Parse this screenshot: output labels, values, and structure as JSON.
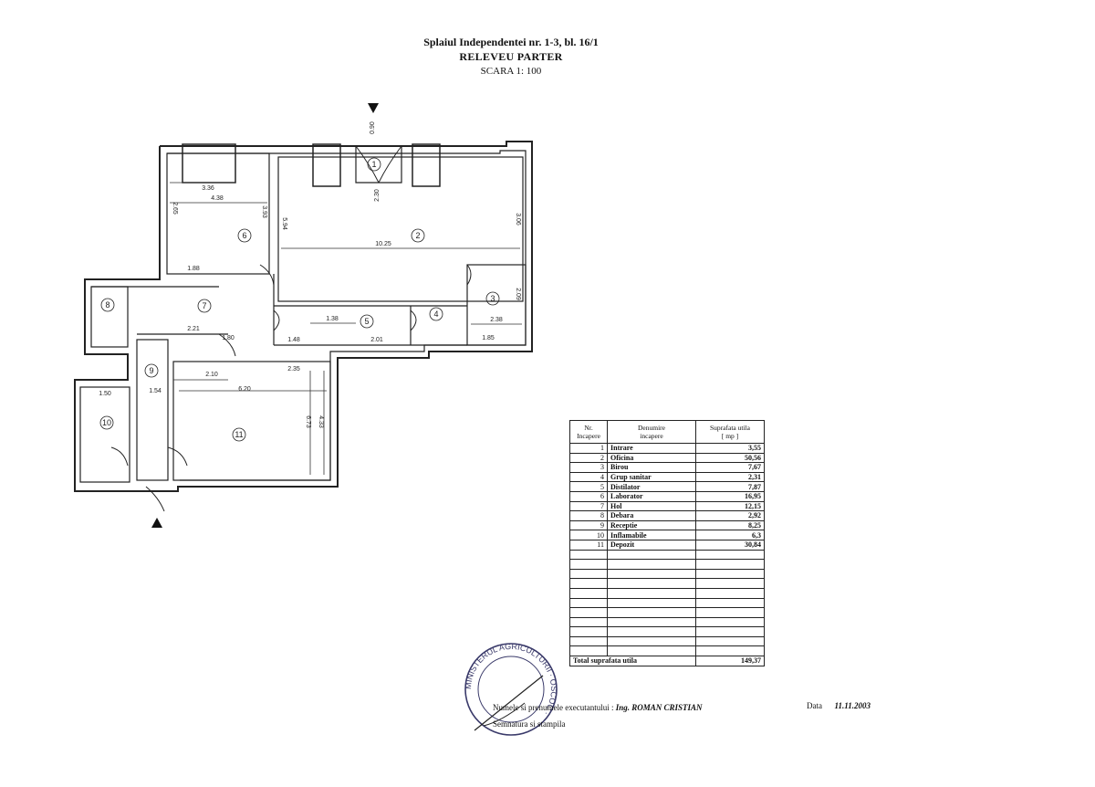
{
  "header": {
    "address": "Splaiul Independentei nr. 1-3, bl. 16/1",
    "title": "RELEVEU PARTER",
    "scale": "SCARA 1: 100"
  },
  "plan": {
    "room_labels": [
      "1",
      "2",
      "3",
      "4",
      "5",
      "6",
      "7",
      "8",
      "9",
      "10",
      "11"
    ],
    "dimensions": [
      "3.36",
      "4.38",
      "3.93",
      "10.25",
      "3.06",
      "2.09",
      "2.38",
      "1.38",
      "2.21",
      "6.20",
      "6.73",
      "4.33",
      "2.35",
      "2.10",
      "1.54",
      "1.50",
      "2.01",
      "1.85",
      "2.65",
      "5.94",
      "1.88",
      "1.80",
      "1.48",
      "2.30",
      "0.90"
    ]
  },
  "table": {
    "headers": [
      "Nr.\nIncapere",
      "Denumire\nincapere",
      "Suprafata utila\n[ mp ]"
    ],
    "rows": [
      {
        "nr": "1",
        "name": "Intrare",
        "area": "3,55"
      },
      {
        "nr": "2",
        "name": "Oficina",
        "area": "50,56"
      },
      {
        "nr": "3",
        "name": "Birou",
        "area": "7,67"
      },
      {
        "nr": "4",
        "name": "Grup sanitar",
        "area": "2,31"
      },
      {
        "nr": "5",
        "name": "Distilator",
        "area": "7,87"
      },
      {
        "nr": "6",
        "name": "Laborator",
        "area": "16,95"
      },
      {
        "nr": "7",
        "name": "Hol",
        "area": "12,15"
      },
      {
        "nr": "8",
        "name": "Debara",
        "area": "2,92"
      },
      {
        "nr": "9",
        "name": "Receptie",
        "area": "8,25"
      },
      {
        "nr": "10",
        "name": "Inflamabile",
        "area": "6,3"
      },
      {
        "nr": "11",
        "name": "Depozit",
        "area": "30,84"
      }
    ],
    "empty_rows": 11,
    "total_label": "Total suprafata utila",
    "total_value": "149,37"
  },
  "footer": {
    "executant_label": "Numele si prenumele executantului : ",
    "executant_name": "Ing. ROMAN CRISTIAN",
    "signature_label": "Semnatura si stampila",
    "date_label": "Data",
    "date_value": "11.11.2003"
  },
  "stamp": {
    "text": "MINISTERUL AGRICULTURII · OSCOC ·"
  }
}
